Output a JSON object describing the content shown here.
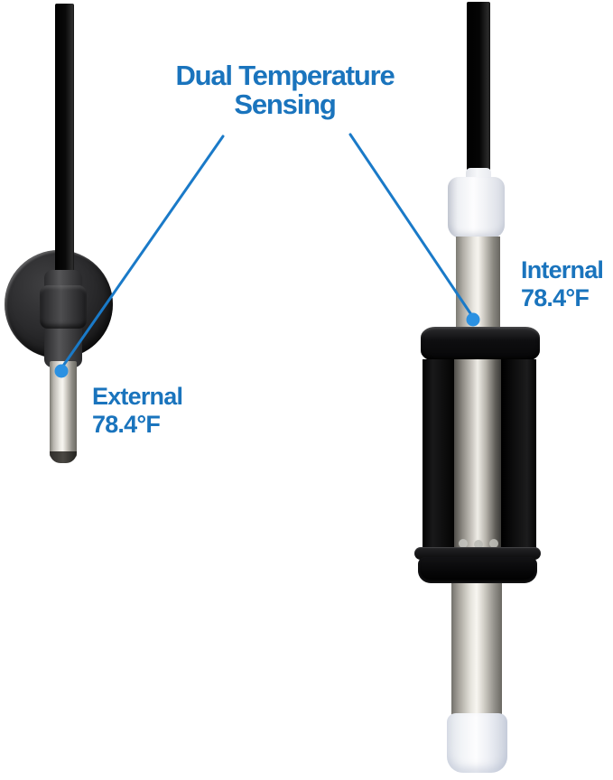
{
  "title": {
    "line1": "Dual Temperature",
    "line2": "Sensing"
  },
  "callouts": {
    "external": {
      "label": "External",
      "reading": "78.4°F"
    },
    "internal": {
      "label": "Internal",
      "reading": "78.4°F"
    }
  },
  "colors": {
    "label_text": "#1a74bd",
    "callout_line": "#1a7ac8",
    "callout_dot": "#2b91e2",
    "background": "#ffffff"
  }
}
